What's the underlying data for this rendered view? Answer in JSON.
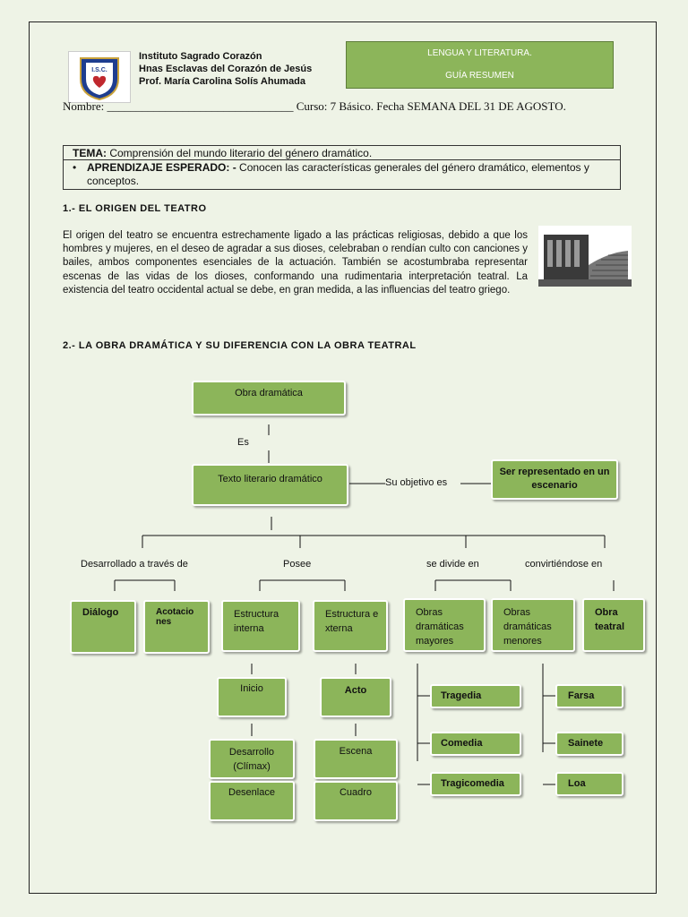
{
  "header": {
    "school_line1": "Instituto Sagrado Corazón",
    "school_line2": "Hnas Esclavas del Corazón de Jesús",
    "school_line3": "Prof.   María Carolina Solís Ahumada",
    "logo_text": "I.S.C.",
    "subject_line1": "LENGUA Y LITERATURA.",
    "subject_line2": "GUÍA RESUMEN"
  },
  "nombre_line": "Nombre: ________________________________ Curso: 7 Básico. Fecha SEMANA DEL 31 DE AGOSTO.",
  "tema": {
    "label": "TEMA:",
    "text": " Comprensión del mundo literario del género dramático.",
    "aprendizaje_label": "APRENDIZAJE ESPERADO: -",
    "aprendizaje_text": " Conocen las características generales del género dramático, elementos y conceptos."
  },
  "section1": {
    "title": "1.- EL ORIGEN DEL TEATRO",
    "paragraph": "El origen del teatro se encuentra estrechamente ligado a las prácticas religiosas, debido a que los hombres y mujeres, en el deseo de agradar a sus dioses, celebraban o rendían culto con canciones y bailes, ambos componentes esenciales de la actuación. También se acostumbraba representar escenas de las vidas de los dioses, conformando una rudimentaria interpretación teatral. La existencia del teatro occidental actual se debe, en gran medida, a las influencias del teatro griego."
  },
  "section2": {
    "title": "2.- LA OBRA DRAMÁTICA Y SU DIFERENCIA CON LA OBRA TEATRAL"
  },
  "diagram": {
    "obra_dramatica": "Obra dramática",
    "es": "Es",
    "texto_literario": "Texto literario dramático",
    "su_objetivo": "Su objetivo es",
    "ser_representado": "Ser representado en un escenario",
    "desarrollado": "Desarrollado a través de",
    "posee": "Posee",
    "se_divide": "se  divide en",
    "convirtiendose": "convirtiéndose en",
    "dialogo": "Diálogo",
    "acotaciones": "Acotaciones",
    "estructura_interna": "Estructura interna",
    "estructura_externa": "Estructura externa",
    "obras_mayores": "Obras dramáticas mayores",
    "obras_menores": "Obras dramáticas menores",
    "obra_teatral": "Obra teatral",
    "inicio": "Inicio",
    "desarrollo": "Desarrollo (Clímax)",
    "desenlace": "Desenlace",
    "acto": "Acto",
    "escena": "Escena",
    "cuadro": "Cuadro",
    "tragedia": "Tragedia",
    "comedia": "Comedia",
    "tragicomedia": "Tragicomedia",
    "farsa": "Farsa",
    "sainete": "Sainete",
    "loa": "Loa"
  },
  "colors": {
    "node_fill": "#8cb55a",
    "background": "#eef3e6"
  }
}
